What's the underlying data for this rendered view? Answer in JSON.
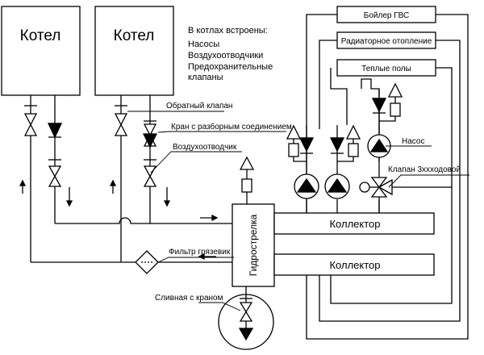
{
  "boilers": {
    "left": "Котел",
    "right": "Котел"
  },
  "note": {
    "line1": "В котлах встроены:",
    "line2": "Насосы",
    "line3": "Воздухоотводчики",
    "line4": "Предохранительные",
    "line5": "клапаны"
  },
  "circuits": {
    "dhw_boiler": "Бойлер ГВС",
    "radiators": "Радиаторное отопление",
    "floor": "Теплые полы"
  },
  "callouts": {
    "check_valve": "Обратный клапан",
    "union_valve": "Кран с разборным соединением",
    "air_vent": "Воздухоотводчик",
    "pump": "Насос",
    "three_way": "Клапан 3ххходовой",
    "filter": "Фильтр грязевик",
    "drain": "Сливная с краном"
  },
  "blocks": {
    "hydro": "Гидрострелка",
    "collector_top": "Коллектор",
    "collector_bottom": "Коллектор"
  }
}
